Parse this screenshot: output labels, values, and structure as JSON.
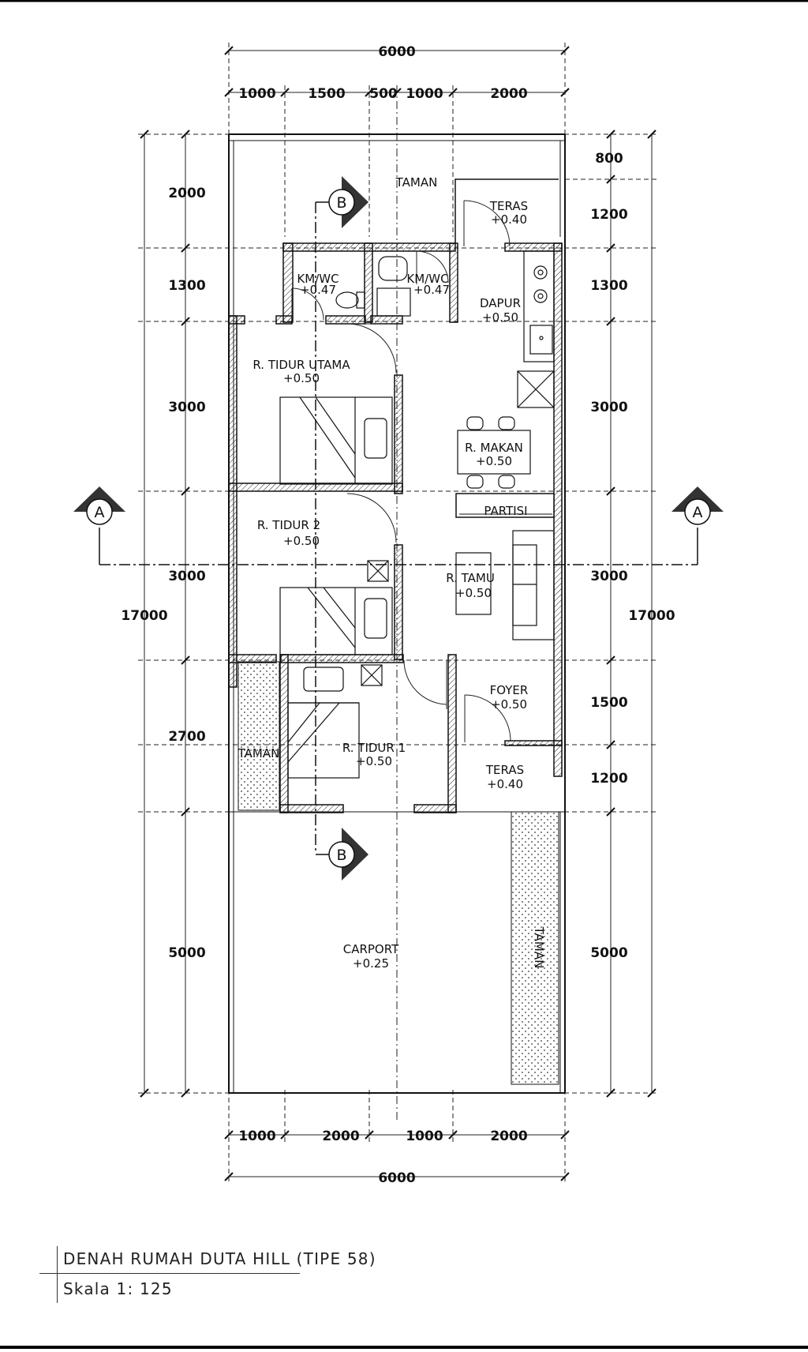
{
  "drawing": {
    "title": "DENAH RUMAH DUTA HILL (TIPE 58)",
    "scale": "Skala 1: 125"
  },
  "dimensions": {
    "top_total": "6000",
    "top_segments": [
      "1000",
      "1500",
      "500",
      "1000",
      "2000"
    ],
    "bottom_segments": [
      "1000",
      "2000",
      "1000",
      "2000"
    ],
    "bottom_total": "6000",
    "left_segments": [
      "2000",
      "1300",
      "3000",
      "3000",
      "2700",
      "5000"
    ],
    "left_total": "17000",
    "right_segments": [
      "800",
      "1200",
      "1300",
      "3000",
      "3000",
      "1500",
      "1200",
      "5000"
    ],
    "right_total": "17000"
  },
  "section_markers": {
    "a": "A",
    "b": "B"
  },
  "rooms": {
    "taman_top": "TAMAN",
    "teras_top": "TERAS",
    "teras_top_level": "+0.40",
    "kmwc_left": "KM/WC",
    "kmwc_left_level": "+0.47",
    "kmwc_right": "KM/WC",
    "kmwc_right_level": "+0.47",
    "dapur": "DAPUR",
    "dapur_level": "+0.50",
    "tidur_utama": "R. TIDUR UTAMA",
    "tidur_utama_level": "+0.50",
    "makan": "R. MAKAN",
    "makan_level": "+0.50",
    "partisi": "PARTISI",
    "tidur_2": "R. TIDUR 2",
    "tidur_2_level": "+0.50",
    "tamu": "R. TAMU",
    "tamu_level": "+0.50",
    "foyer": "FOYER",
    "foyer_level": "+0.50",
    "taman_left": "TAMAN",
    "tidur_1": "R. TIDUR 1",
    "tidur_1_level": "+0.50",
    "teras_front": "TERAS",
    "teras_front_level": "+0.40",
    "carport": "CARPORT",
    "carport_level": "+0.25",
    "taman_right": "TAMAN"
  }
}
